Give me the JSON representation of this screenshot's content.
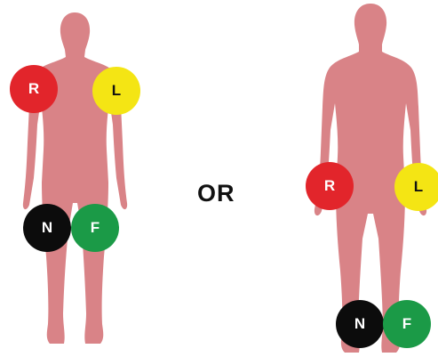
{
  "separator": {
    "text": "OR"
  },
  "body_color": "#d98387",
  "configurations": [
    {
      "name": "upper-placement",
      "electrodes": [
        {
          "label": "R",
          "fill": "#e2252b",
          "text_color": "#ffffff"
        },
        {
          "label": "L",
          "fill": "#f4e514",
          "text_color": "#111111"
        },
        {
          "label": "N",
          "fill": "#0c0c0c",
          "text_color": "#ffffff"
        },
        {
          "label": "F",
          "fill": "#1b9a47",
          "text_color": "#ffffff"
        }
      ]
    },
    {
      "name": "lower-placement",
      "electrodes": [
        {
          "label": "R",
          "fill": "#e2252b",
          "text_color": "#ffffff"
        },
        {
          "label": "L",
          "fill": "#f4e514",
          "text_color": "#111111"
        },
        {
          "label": "N",
          "fill": "#0c0c0c",
          "text_color": "#ffffff"
        },
        {
          "label": "F",
          "fill": "#1b9a47",
          "text_color": "#ffffff"
        }
      ]
    }
  ]
}
